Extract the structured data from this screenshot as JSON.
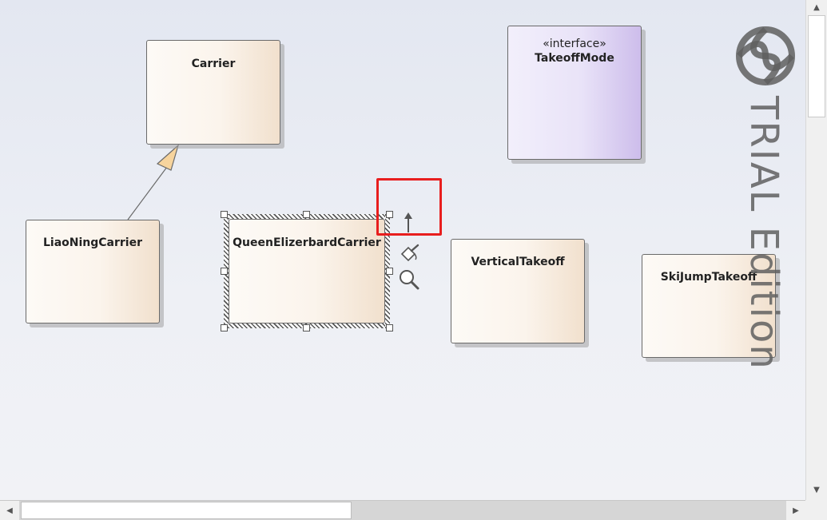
{
  "diagram": {
    "classes": {
      "carrier": "Carrier",
      "liaoning": "LiaoNingCarrier",
      "queen": "QueenElizerbardCarrier",
      "vertical": "VerticalTakeoff",
      "skijump": "SkiJumpTakeoff"
    },
    "interface": {
      "stereotype": "«interface»",
      "name": "TakeoffMode"
    }
  },
  "watermark": {
    "text": "TRIAL Edition"
  },
  "quick_tools": [
    "arrow-up-icon",
    "paint-bucket-icon",
    "magnifier-icon"
  ],
  "colors": {
    "highlight": "#e81e1e",
    "class_fill_end": "#f1e0cd",
    "interface_fill_end": "#cdbdeb"
  }
}
